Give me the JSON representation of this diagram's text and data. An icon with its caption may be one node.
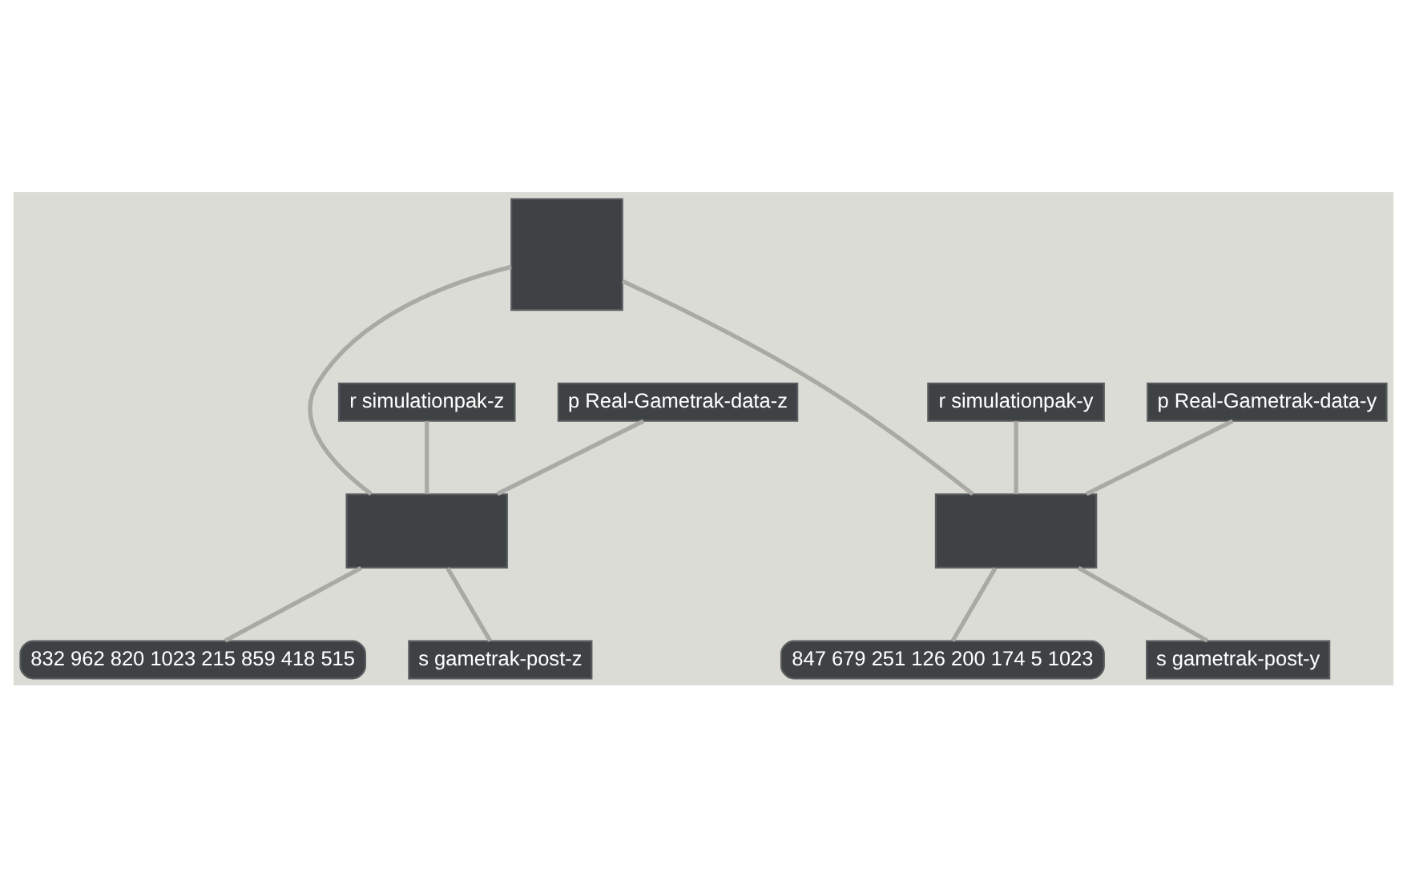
{
  "diagram": {
    "nodes": [
      {
        "text": [],
        "shape": "box"
      },
      {
        "text": [
          "r simulationpak-z"
        ]
      },
      {
        "text": [
          "p Real-Gametrak-data-z"
        ]
      },
      {
        "text": [
          "r simulationpak-y"
        ]
      },
      {
        "text": [
          "p Real-Gametrak-data-y"
        ]
      },
      {
        "text": [],
        "shape": "box"
      },
      {
        "text": [],
        "shape": "box"
      },
      {
        "text": [
          "832 962 820 1023 215 859 418 515"
        ]
      },
      {
        "text": [
          "847 679 251 126 200 174 5 1023"
        ]
      },
      {
        "text": [
          "s gametrak-post-z"
        ]
      },
      {
        "text": [
          "s gametrak-post-y"
        ]
      }
    ],
    "edges": [
      {
        "from": 0,
        "to": 5,
        "arrow": "none"
      },
      {
        "from": 0,
        "to": 6,
        "arrow": "none"
      },
      {
        "from": 1,
        "to": 5,
        "arrow": "none"
      },
      {
        "from": 2,
        "to": 5,
        "arrow": "none"
      },
      {
        "from": 3,
        "to": 6,
        "arrow": "none"
      },
      {
        "from": 4,
        "to": 6,
        "arrow": "none"
      },
      {
        "from": 5,
        "to": 7,
        "arrow": "none"
      },
      {
        "from": 5,
        "to": 9,
        "arrow": "none"
      },
      {
        "from": 6,
        "to": 8,
        "arrow": "none"
      },
      {
        "from": 6,
        "to": 10,
        "arrow": "none"
      }
    ]
  }
}
